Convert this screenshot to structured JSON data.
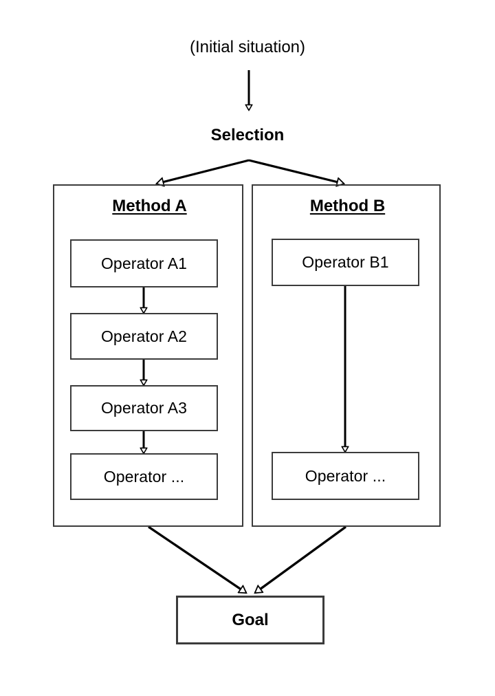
{
  "diagram": {
    "title_top": "(Initial situation)",
    "selection_label": "Selection",
    "goal_label": "Goal",
    "colors": {
      "stroke": "#3b3b3b",
      "arrow": "#000000",
      "background": "#ffffff",
      "text": "#000000"
    },
    "methods": [
      {
        "title": "Method A",
        "operators": [
          {
            "label": "Operator A1"
          },
          {
            "label": "Operator A2"
          },
          {
            "label": "Operator A3"
          },
          {
            "label": "Operator ..."
          }
        ]
      },
      {
        "title": "Method B",
        "operators": [
          {
            "label": "Operator B1"
          },
          {
            "label": "Operator ..."
          }
        ]
      }
    ],
    "arrows": {
      "initial_to_selection": "arrow-down-icon",
      "selection_to_method_a": "arrow-branch-left-icon",
      "selection_to_method_b": "arrow-branch-right-icon",
      "method_a_to_goal": "arrow-converge-left-icon",
      "method_b_to_goal": "arrow-converge-right-icon",
      "operator_chain": "arrow-down-icon"
    }
  }
}
